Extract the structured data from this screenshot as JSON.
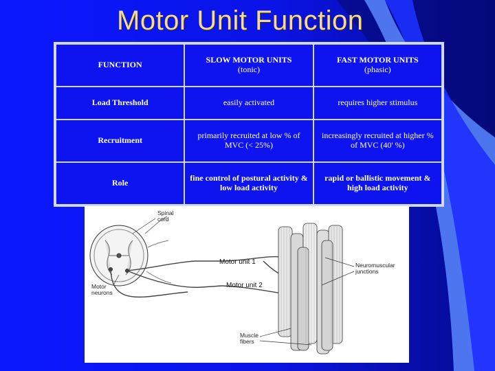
{
  "slide": {
    "title": "Motor Unit Function"
  },
  "table": {
    "headers": [
      {
        "label": "FUNCTION",
        "sub": ""
      },
      {
        "label": "SLOW MOTOR UNITS",
        "sub": "(tonic)"
      },
      {
        "label": "FAST MOTOR UNITS",
        "sub": "(phasic)"
      }
    ],
    "rows": [
      {
        "function": "Load Threshold",
        "slow": "easily activated",
        "fast": "requires higher stimulus"
      },
      {
        "function": "Recruitment",
        "slow": "primarily recruited at low % of MVC (< 25%)",
        "fast": "increasingly recruited at higher % of MVC (40' %)"
      },
      {
        "function": "Role",
        "slow": "fine control of postural activity & low load activity",
        "fast": "rapid or ballistic movement & high load activity"
      }
    ]
  },
  "figure": {
    "labels": {
      "spinal_cord": "Spinal\ncord",
      "motor_unit_1": "Motor unit 1",
      "motor_unit_2": "Motor unit 2",
      "motor_neurons": "Motor\nneurons",
      "neuromuscular_junctions": "Neuromuscular\njunctions",
      "muscle_fibers": "Muscle\nfibers"
    }
  },
  "colors": {
    "background": "#0b18ff",
    "title": "#f5d99a",
    "table_border": "#cfd8ff",
    "text": "#ffffff"
  }
}
